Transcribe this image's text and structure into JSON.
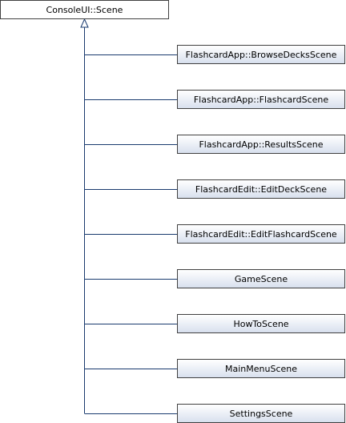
{
  "base_class": "ConsoleUI::Scene",
  "derived_classes": [
    "FlashcardApp::BrowseDecksScene",
    "FlashcardApp::FlashcardScene",
    "FlashcardApp::ResultsScene",
    "FlashcardEdit::EditDeckScene",
    "FlashcardEdit::EditFlashcardScene",
    "GameScene",
    "HowToScene",
    "MainMenuScene",
    "SettingsScene"
  ],
  "colors": {
    "edge": "#193a6e",
    "border": "#404040",
    "child_fill": "#d8e0ee"
  }
}
